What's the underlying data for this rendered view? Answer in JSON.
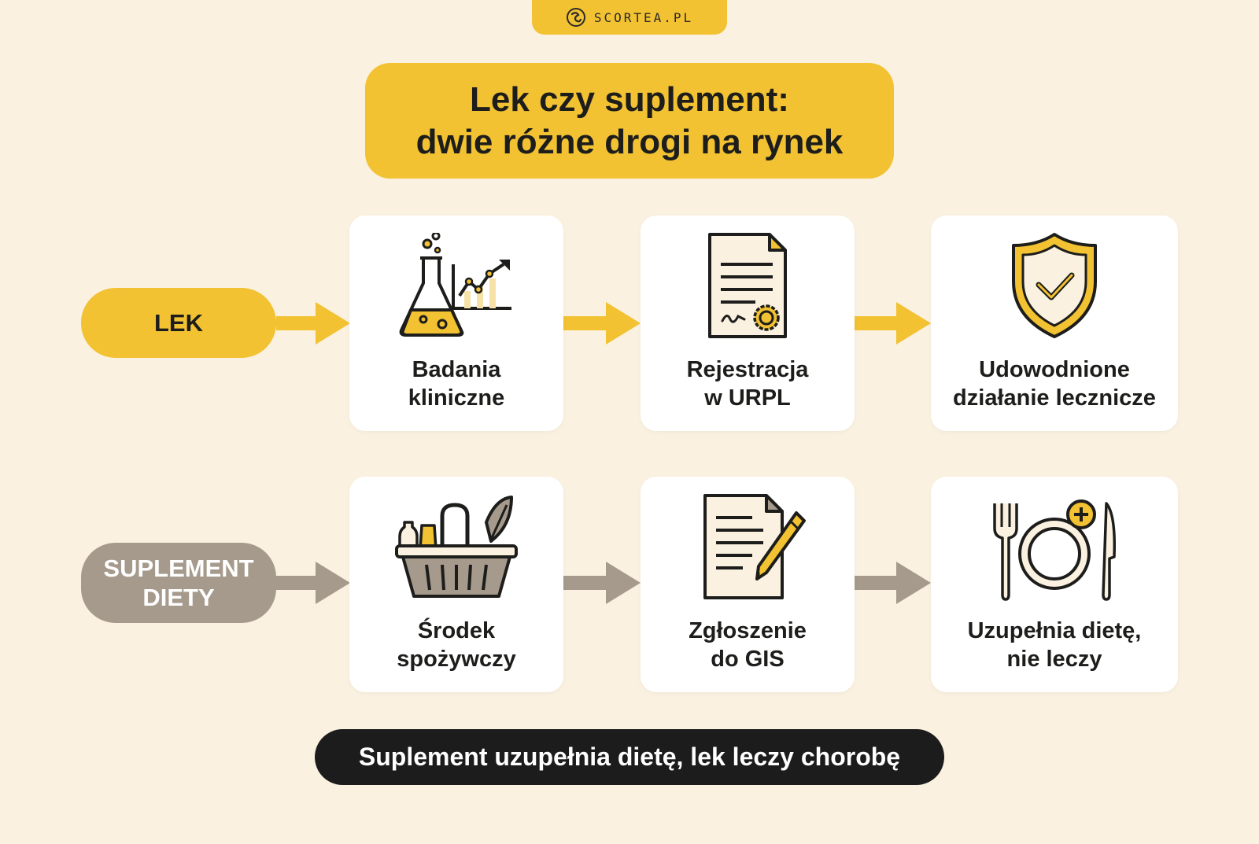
{
  "brand": {
    "name": "SCORTEA.PL"
  },
  "title": {
    "line1": "Lek czy suplement:",
    "line2": "dwie różne drogi na rynek"
  },
  "rows": {
    "lek": {
      "label": "LEK",
      "steps": [
        {
          "line1": "Badania",
          "line2": "kliniczne",
          "icon": "flask-chart-icon"
        },
        {
          "line1": "Rejestracja",
          "line2": "w URPL",
          "icon": "certificate-document-icon"
        },
        {
          "line1": "Udowodnione",
          "line2": "działanie lecznicze",
          "icon": "shield-check-icon"
        }
      ]
    },
    "suplement": {
      "label_line1": "SUPLEMENT",
      "label_line2": "DIETY",
      "steps": [
        {
          "line1": "Środek",
          "line2": "spożywczy",
          "icon": "food-basket-icon"
        },
        {
          "line1": "Zgłoszenie",
          "line2": "do GIS",
          "icon": "document-pen-icon"
        },
        {
          "line1": "Uzupełnia dietę,",
          "line2": "nie leczy",
          "icon": "plate-cutlery-plus-icon"
        }
      ]
    }
  },
  "footer": {
    "text": "Suplement uzupełnia dietę, lek leczy chorobę"
  },
  "colors": {
    "background": "#faf1e1",
    "accent": "#f2c232",
    "muted": "#a59a8c",
    "dark": "#1c1c1c",
    "card": "#ffffff"
  }
}
